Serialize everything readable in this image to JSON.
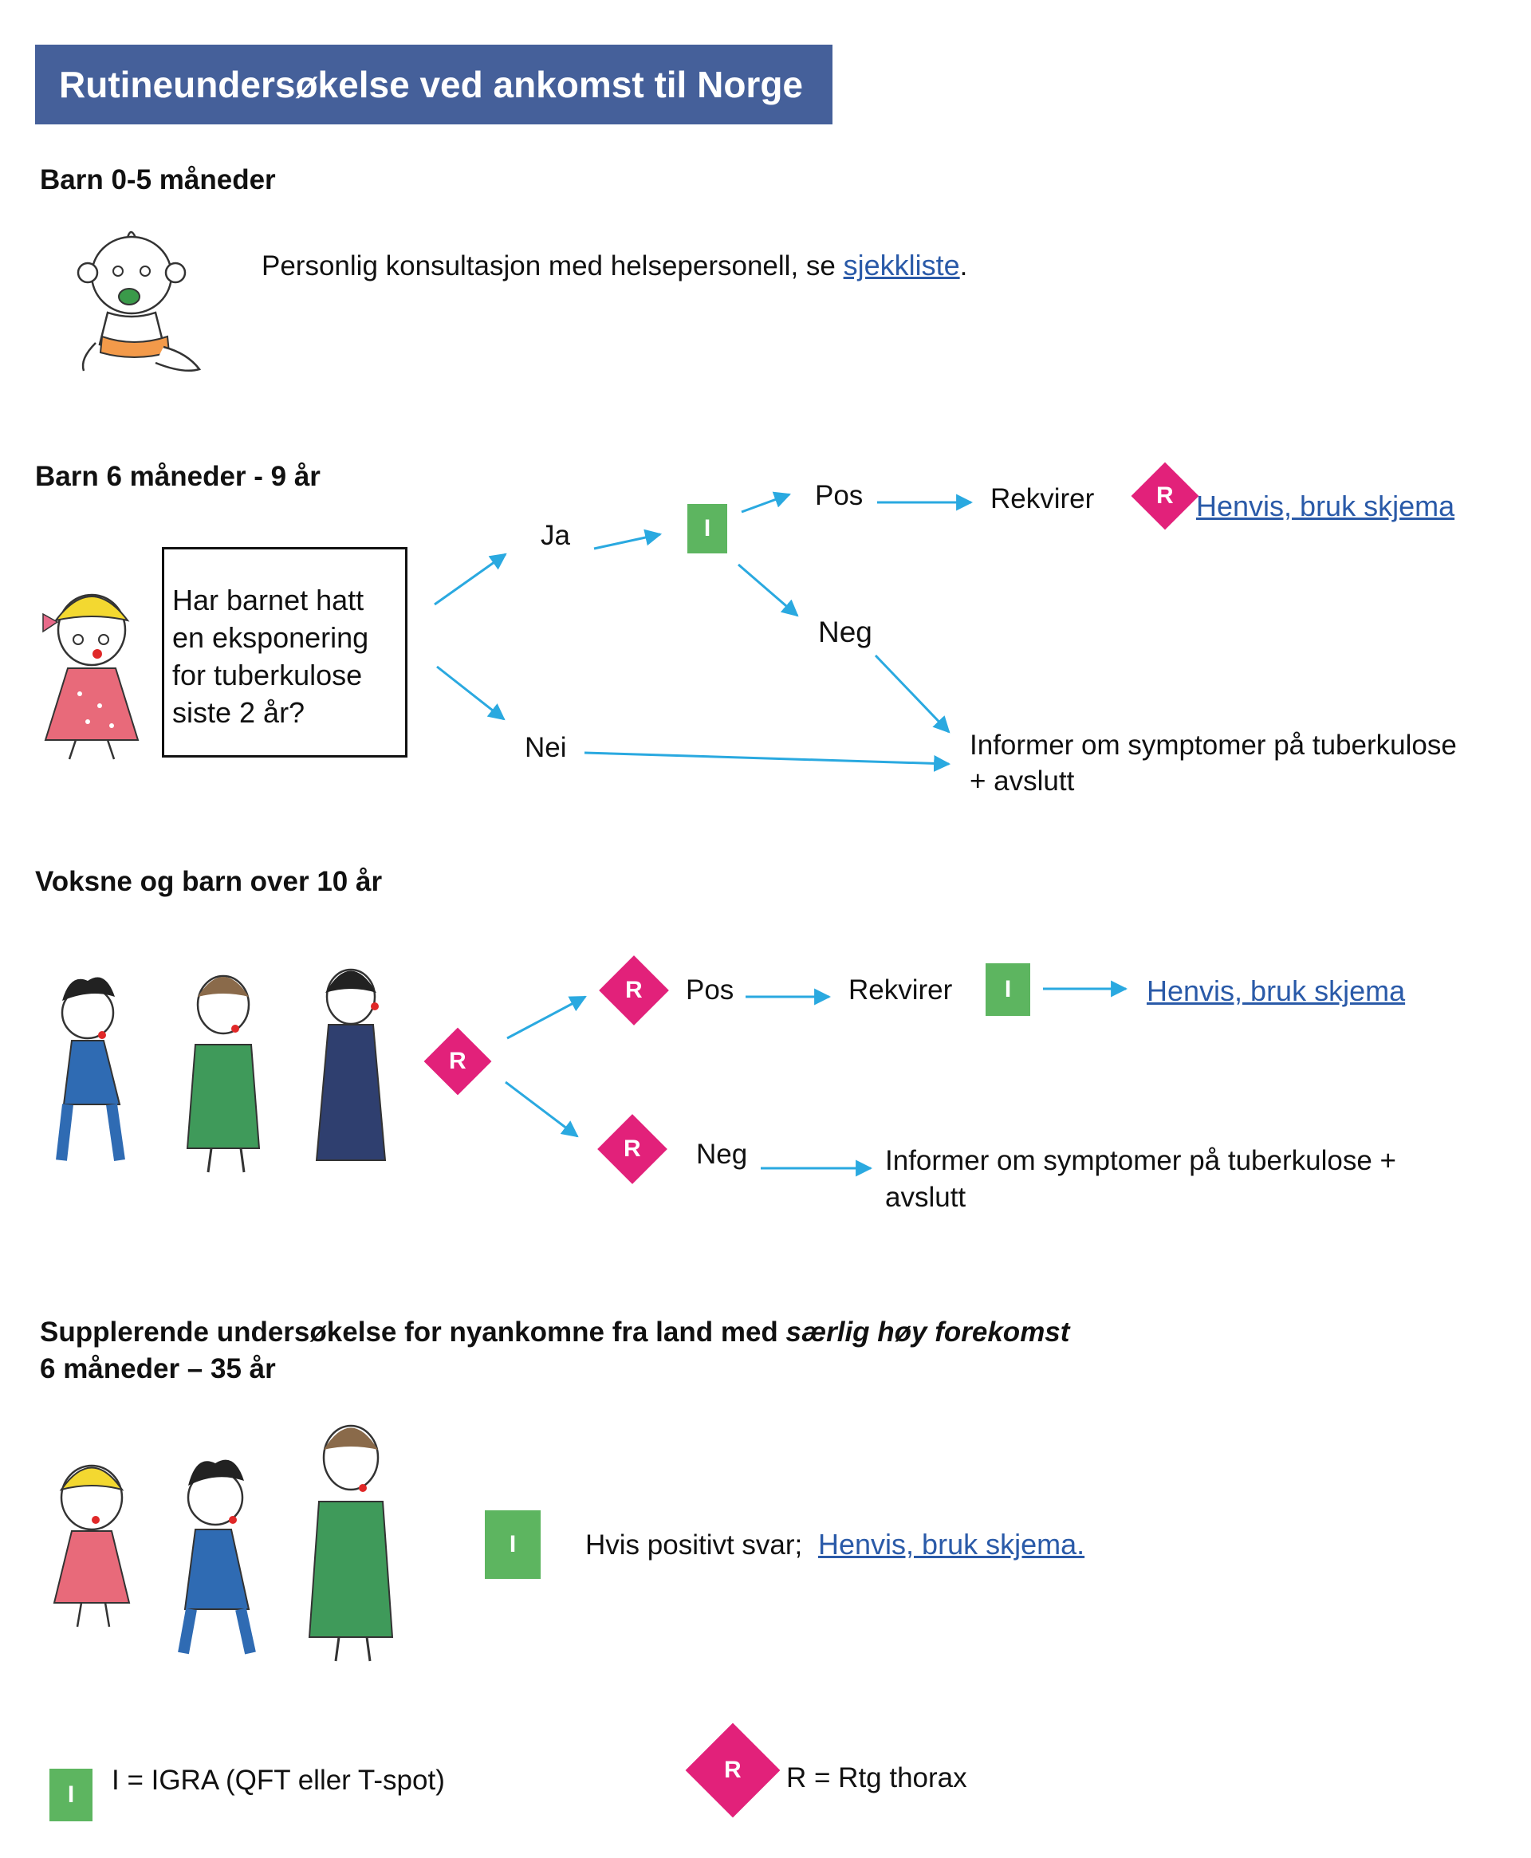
{
  "title": "Rutineundersøkelse ved ankomst til Norge",
  "section1": {
    "heading": "Barn 0-5 måneder",
    "text": "Personlig konsultasjon med helsepersonell, se ",
    "link": "sjekkliste",
    "text_end": "."
  },
  "section2": {
    "heading": "Barn 6 måneder - 9 år",
    "question": "Har barnet hatt en eksponering for tuberkulose siste 2 år?",
    "yes": "Ja",
    "no": "Nei",
    "igra_letter": "I",
    "pos": "Pos",
    "neg": "Neg",
    "request": "Rekvirer",
    "xray_letter": "R",
    "refer_link": "Henvis, bruk skjema",
    "inform_line1": "Informer om symptomer på tuberkulose",
    "inform_line2": "+ avslutt"
  },
  "section3": {
    "heading": "Voksne og barn over 10 år",
    "xray_letter": "R",
    "pos": "Pos",
    "neg": "Neg",
    "request": "Rekvirer",
    "igra_letter": "I",
    "refer_link": "Henvis, bruk skjema",
    "inform_line1": "Informer om symptomer på tuberkulose +",
    "inform_line2": "avslutt"
  },
  "section4": {
    "heading_prefix": "Supplerende undersøkelse for nyankomne fra land med ",
    "heading_italic": "særlig høy forekomst",
    "heading_line2": "6 måneder – 35 år",
    "igra_letter": "I",
    "text": "Hvis positivt svar;",
    "refer_link": "Henvis, bruk skjema."
  },
  "legend": {
    "igra_letter": "I",
    "igra_text": "I = IGRA (QFT eller T-spot)",
    "xray_letter": "R",
    "xray_text": "R = Rtg thorax"
  },
  "colors": {
    "banner": "#45609a",
    "igra_green": "#5db560",
    "xray_pink": "#e2217a",
    "arrow_blue": "#2aa9e0",
    "link_blue": "#2a5aa8"
  }
}
